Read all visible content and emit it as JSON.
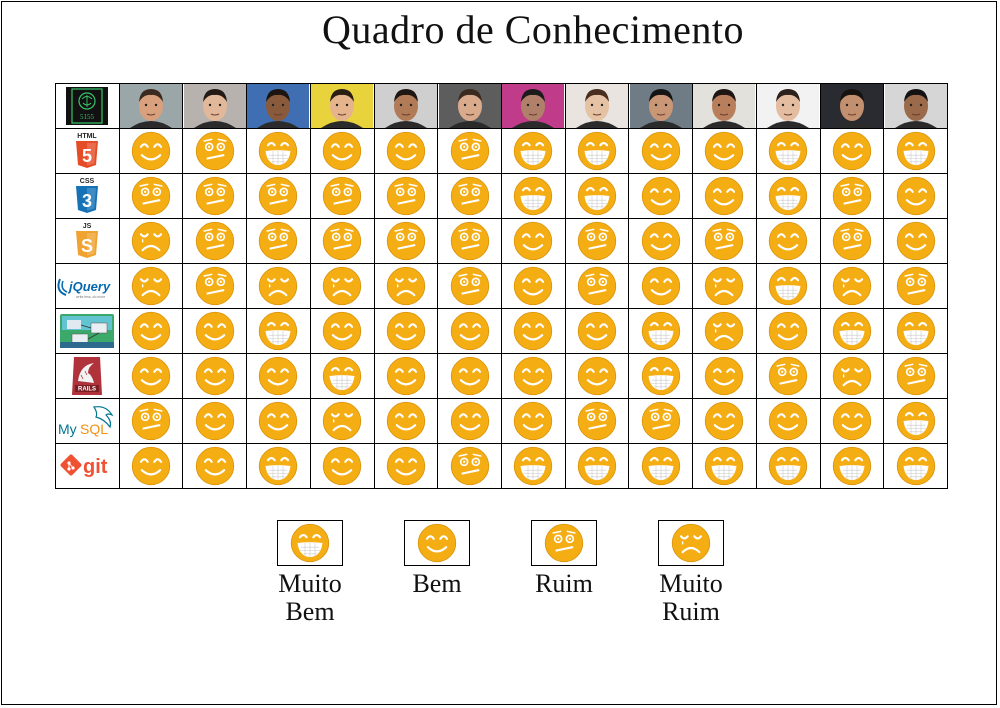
{
  "title": "Quadro de Conhecimento",
  "logo_text": "5155",
  "colors": {
    "face": "#F5AD14",
    "face_stroke": "#D9930A",
    "features": "#ffffff",
    "teeth_grid": "#c9c9c9",
    "html5": "#E44D26",
    "css3": "#1572B6",
    "js": "#F0A330",
    "rails": "#B0323A",
    "git": "#F05133",
    "mysql_blue": "#00758F",
    "mysql_orange": "#F29111",
    "jquery": "#0769AD"
  },
  "technologies": [
    {
      "id": "html5",
      "label": "HTML",
      "glyph": "5"
    },
    {
      "id": "css3",
      "label": "CSS",
      "glyph": "3"
    },
    {
      "id": "js",
      "label": "JS",
      "glyph": "S"
    },
    {
      "id": "jquery",
      "label": "jQuery"
    },
    {
      "id": "diagram",
      "label": ""
    },
    {
      "id": "rails",
      "label": "RAILS"
    },
    {
      "id": "mysql",
      "label": "MySQL"
    },
    {
      "id": "git",
      "label": "git"
    }
  ],
  "students": [
    {
      "skin": "#d9a07e",
      "hair": "#3b2a1f",
      "bg": "#9aa6a8"
    },
    {
      "skin": "#e2b89a",
      "hair": "#231915",
      "bg": "#b7b2ad"
    },
    {
      "skin": "#8a5a3c",
      "hair": "#1c1410",
      "bg": "#3f6fb2"
    },
    {
      "skin": "#e6b48c",
      "hair": "#2a1d14",
      "bg": "#e8d33c"
    },
    {
      "skin": "#b07b56",
      "hair": "#1d1612",
      "bg": "#cfcfcf"
    },
    {
      "skin": "#d9ab8c",
      "hair": "#3a2a20",
      "bg": "#5d5d5d"
    },
    {
      "skin": "#b0806a",
      "hair": "#1b1b1b",
      "bg": "#c03b8a"
    },
    {
      "skin": "#e6c2a4",
      "hair": "#4a2e1e",
      "bg": "#e9e4df"
    },
    {
      "skin": "#c99676",
      "hair": "#151515",
      "bg": "#6f7c86"
    },
    {
      "skin": "#b97f5c",
      "hair": "#1e1612",
      "bg": "#e3e1db"
    },
    {
      "skin": "#e4bca0",
      "hair": "#2c211b",
      "bg": "#f2f2f2"
    },
    {
      "skin": "#c2906e",
      "hair": "#151210",
      "bg": "#2a2b30"
    },
    {
      "skin": "#9a6a4a",
      "hair": "#121212",
      "bg": "#d6d6d6"
    }
  ],
  "ratings": [
    [
      "bem",
      "ruim",
      "muito_bem",
      "bem",
      "bem",
      "ruim",
      "muito_bem",
      "muito_bem",
      "bem",
      "bem",
      "muito_bem",
      "bem",
      "muito_bem"
    ],
    [
      "ruim",
      "ruim",
      "ruim",
      "ruim",
      "ruim",
      "ruim",
      "muito_bem",
      "muito_bem",
      "bem",
      "bem",
      "muito_bem",
      "ruim",
      "bem"
    ],
    [
      "muito_ruim",
      "ruim",
      "ruim",
      "ruim",
      "ruim",
      "ruim",
      "bem",
      "ruim",
      "bem",
      "ruim",
      "bem",
      "ruim",
      "bem"
    ],
    [
      "muito_ruim",
      "ruim",
      "muito_ruim",
      "muito_ruim",
      "muito_ruim",
      "ruim",
      "bem",
      "ruim",
      "bem",
      "muito_ruim",
      "muito_bem",
      "muito_ruim",
      "ruim"
    ],
    [
      "bem",
      "bem",
      "muito_bem",
      "bem",
      "bem",
      "bem",
      "bem",
      "bem",
      "muito_bem",
      "muito_ruim",
      "bem",
      "muito_bem",
      "muito_bem"
    ],
    [
      "bem",
      "bem",
      "bem",
      "muito_bem",
      "bem",
      "bem",
      "bem",
      "bem",
      "muito_bem",
      "bem",
      "ruim",
      "muito_ruim",
      "ruim"
    ],
    [
      "ruim",
      "bem",
      "bem",
      "muito_ruim",
      "bem",
      "bem",
      "bem",
      "ruim",
      "ruim",
      "bem",
      "bem",
      "bem",
      "muito_bem"
    ],
    [
      "bem",
      "bem",
      "muito_bem",
      "bem",
      "bem",
      "ruim",
      "muito_bem",
      "muito_bem",
      "muito_bem",
      "muito_bem",
      "muito_bem",
      "muito_bem",
      "muito_bem"
    ]
  ],
  "legend": [
    {
      "type": "muito_bem",
      "line1": "Muito",
      "line2": "Bem"
    },
    {
      "type": "bem",
      "line1": "Bem",
      "line2": ""
    },
    {
      "type": "ruim",
      "line1": "Ruim",
      "line2": ""
    },
    {
      "type": "muito_ruim",
      "line1": "Muito",
      "line2": "Ruim"
    }
  ]
}
